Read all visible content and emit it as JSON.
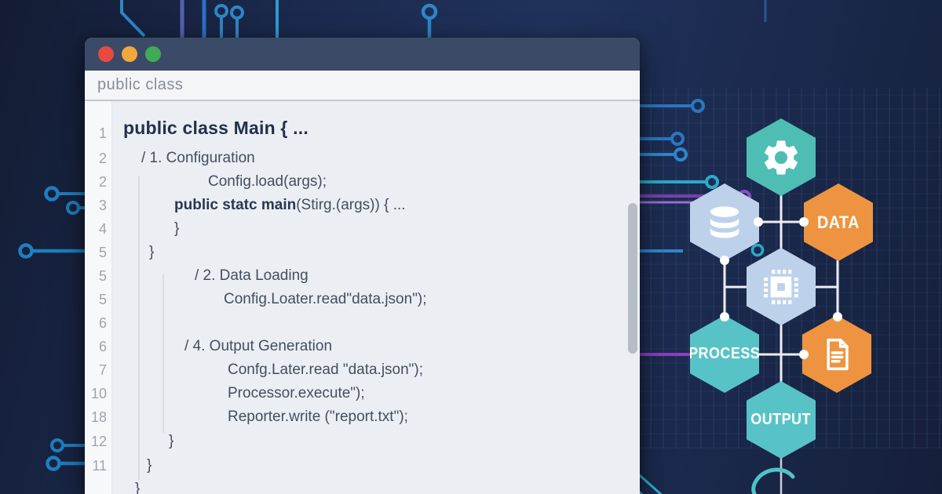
{
  "window": {
    "tab_title": "public class",
    "traffic_lights": {
      "close": "#e84a42",
      "minimize": "#f2a93b",
      "zoom": "#3fab55"
    },
    "code": {
      "lines": [
        {
          "num": "1",
          "text": "public class Main { ..."
        },
        {
          "num": "2",
          "text": "/ 1. Configuration"
        },
        {
          "num": "2",
          "text": "Config.load(args);"
        },
        {
          "num": "3",
          "bold": "public statc main",
          "rest": "(Stirg.(args)) { ..."
        },
        {
          "num": "4",
          "text": "}"
        },
        {
          "num": "5",
          "text": "}"
        },
        {
          "num": "5",
          "text": "/ 2. Data Loading"
        },
        {
          "num": "5",
          "text": "Config.Loater.read\"data.json\");"
        },
        {
          "num": "6",
          "text": ""
        },
        {
          "num": "6",
          "text": "/ 4. Output Generation"
        },
        {
          "num": "7",
          "text": "Confg.Later.read \"data.json\");"
        },
        {
          "num": "10",
          "text": "Processor.execute\");"
        },
        {
          "num": "18",
          "text": "Reporter.write (\"report.txt\");"
        },
        {
          "num": "12",
          "text": "}"
        },
        {
          "num": "11",
          "text": "}"
        },
        {
          "num": "",
          "text": "}"
        }
      ]
    }
  },
  "diagram": {
    "nodes": [
      {
        "id": "gear",
        "icon": "gear-icon",
        "color": "#4ebdb4"
      },
      {
        "id": "database",
        "icon": "database-icon",
        "color": "#bdd2ea"
      },
      {
        "id": "data",
        "label": "DATA",
        "color": "#ee9440"
      },
      {
        "id": "chip",
        "icon": "chip-icon",
        "color": "#bdd2ea"
      },
      {
        "id": "process",
        "label": "PROCESS",
        "color": "#58c3c6"
      },
      {
        "id": "document",
        "icon": "document-icon",
        "color": "#ee9440"
      },
      {
        "id": "output",
        "label": "OUTPUT",
        "color": "#58c3c6"
      }
    ]
  },
  "colors": {
    "background_dark": "#131c33",
    "background_mid": "#20325c",
    "titlebar": "#3b4a66",
    "tabbar": "#f3f5f7",
    "code_background": "#ebeff3",
    "gutter_background": "#f6f8fa",
    "trace_blue": "#2e86c8",
    "trace_teal": "#2ba9c9",
    "trace_purple": "#8a4ec9",
    "connector": "#eceef2"
  }
}
